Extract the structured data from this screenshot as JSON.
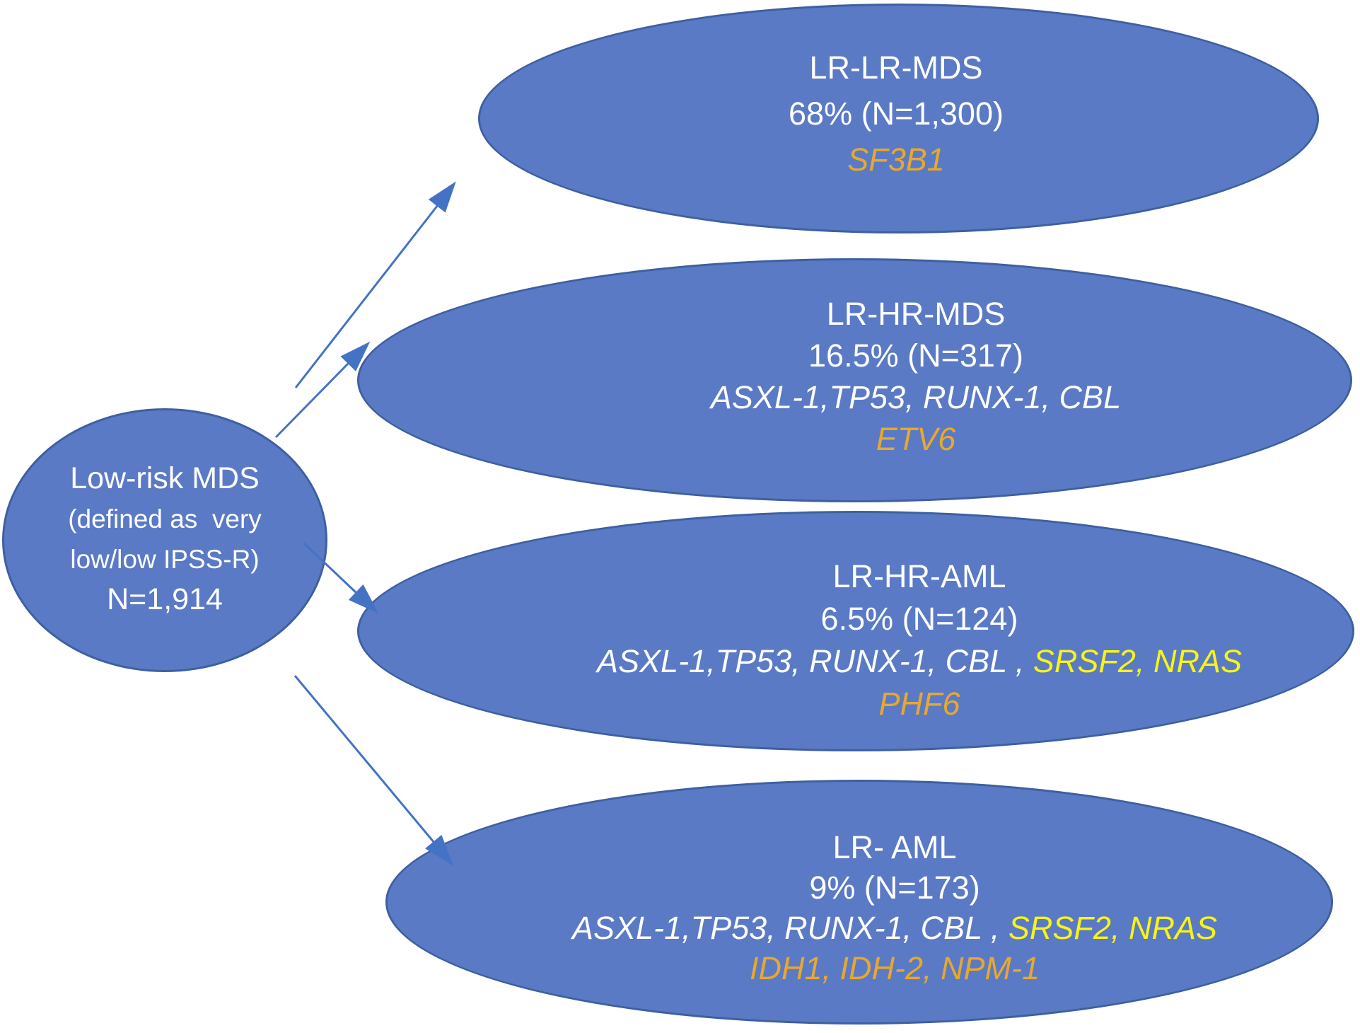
{
  "diagram": {
    "root": {
      "title": "Low-risk MDS",
      "subtitle_line1": "(defined as  very",
      "subtitle_line2": "low/low IPSS-R)",
      "count": "N=1,914"
    },
    "nodes": [
      {
        "title": "LR-LR-MDS",
        "stat": "68% (N=1,300)",
        "genes_white": "",
        "genes_yellow": "",
        "genes_gold": "SF3B1"
      },
      {
        "title": "LR-HR-MDS",
        "stat": "16.5% (N=317)",
        "genes_white": "ASXL-1,TP53, RUNX-1, CBL",
        "genes_yellow": "",
        "genes_gold": "ETV6"
      },
      {
        "title": "LR-HR-AML",
        "stat": "6.5% (N=124)",
        "genes_white": "ASXL-1,TP53, RUNX-1, CBL , ",
        "genes_yellow": "SRSF2, NRAS",
        "genes_gold": "PHF6"
      },
      {
        "title": "LR- AML",
        "stat": "9% (N=173)",
        "genes_white": "ASXL-1,TP53, RUNX-1, CBL , ",
        "genes_yellow": "SRSF2, NRAS",
        "genes_gold": "IDH1, IDH-2, NPM-1"
      }
    ],
    "colors": {
      "ellipse_fill": "#5A7AC6",
      "ellipse_border": "#3F5FA0",
      "arrow": "#4472C4",
      "text_white": "#FFFFFF",
      "gene_gold": "#E8A82E",
      "gene_yellow": "#F7F513"
    }
  }
}
